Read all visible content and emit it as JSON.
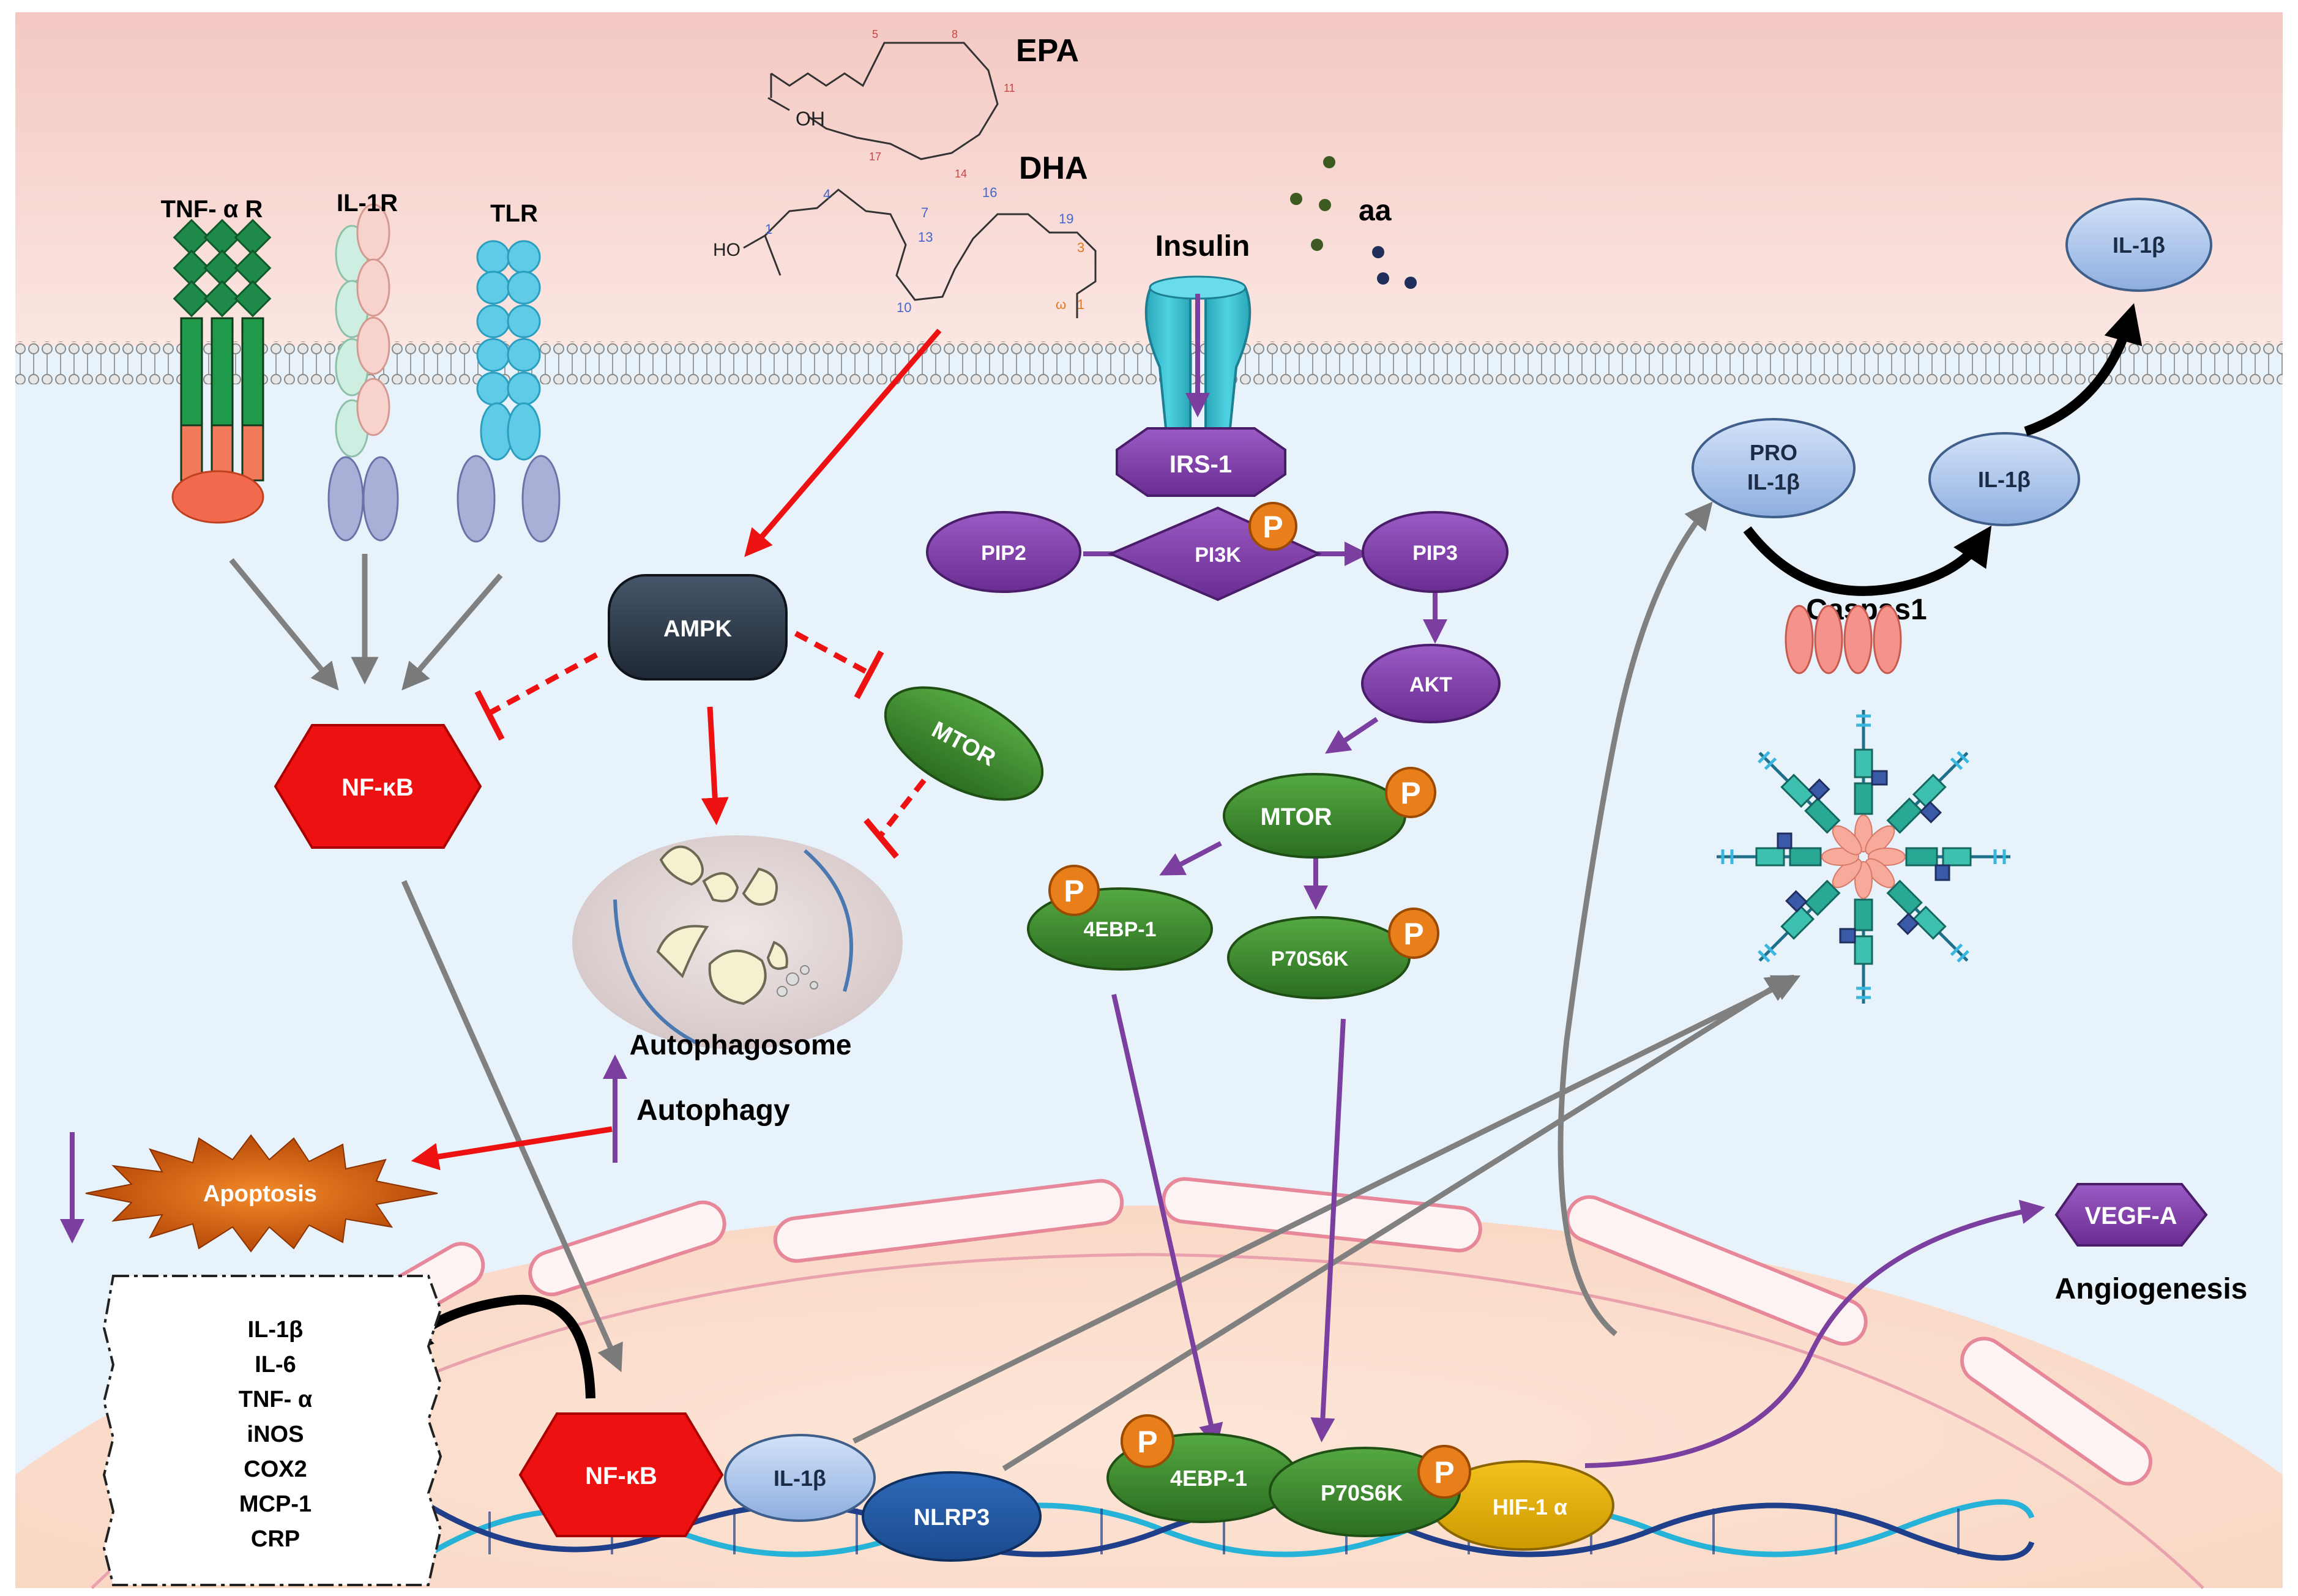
{
  "molecules": {
    "epa": "EPA",
    "dha": "DHA",
    "oh": "OH",
    "ho": "HO",
    "aa": "aa",
    "insulin": "Insulin",
    "omega": "ω",
    "carbon_numbers": [
      "5",
      "8",
      "11",
      "14",
      "17",
      "1",
      "4",
      "7",
      "10",
      "13",
      "16",
      "19",
      "3",
      "1"
    ]
  },
  "receptors": {
    "tnf": "TNF- α R",
    "il1r": "IL-1R",
    "tlr": "TLR"
  },
  "nodes": {
    "nfkb_top": "NF-κB",
    "ampk": "AMPK",
    "mtor_green": "MTOR",
    "autophagosome": "Autophagosome",
    "autophagy": "Autophagy",
    "apoptosis": "Apoptosis",
    "irs1": "IRS-1",
    "pip2": "PIP2",
    "pi3k": "PI3K",
    "pip3": "PIP3",
    "akt": "AKT",
    "mtor_p": "MTOR",
    "ebp_top": "4EBP-1",
    "p70_top": "P70S6K",
    "pro_il1b_line1": "PRO",
    "pro_il1b_line2": "IL-1β",
    "il1b_mid": "IL-1β",
    "il1b_out": "IL-1β",
    "caspas": "Caspas1",
    "vegf": "VEGF-A",
    "angiogenesis": "Angiogenesis",
    "nfkb_nuc": "NF-κB",
    "il1b_nuc": "IL-1β",
    "nlrp3": "NLRP3",
    "ebp_nuc": "4EBP-1",
    "p70_nuc": "P70S6K",
    "hif": "HIF-1 α",
    "p": "P"
  },
  "cytokines": [
    "IL-1β",
    "IL-6",
    "TNF- α",
    "iNOS",
    "COX2",
    "MCP-1",
    "CRP"
  ],
  "colors": {
    "purple": "#7b3fa0",
    "green": "#3e8a2e",
    "red_hex": "#e81010",
    "ampk": "#2f3b4a",
    "blue_oval": "#a9c4ea",
    "dna_dark": "#1f3f8a",
    "dna_light": "#27b3d8"
  }
}
